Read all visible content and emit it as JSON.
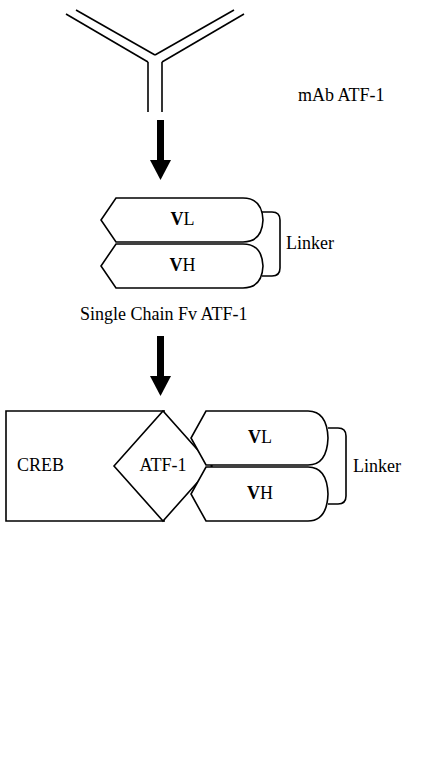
{
  "diagram": {
    "nodes": [
      {
        "text": [
          "VL"
        ]
      },
      {
        "text": [
          "VH"
        ]
      },
      {
        "text": [
          "CREB"
        ]
      },
      {
        "text": [
          "ATF-1"
        ]
      },
      {
        "text": [
          "VL"
        ]
      },
      {
        "text": [
          "VH"
        ]
      }
    ],
    "labels": [
      "mAb ATF-1",
      "Linker",
      "Single Chain Fv ATF-1",
      "Linker"
    ]
  }
}
